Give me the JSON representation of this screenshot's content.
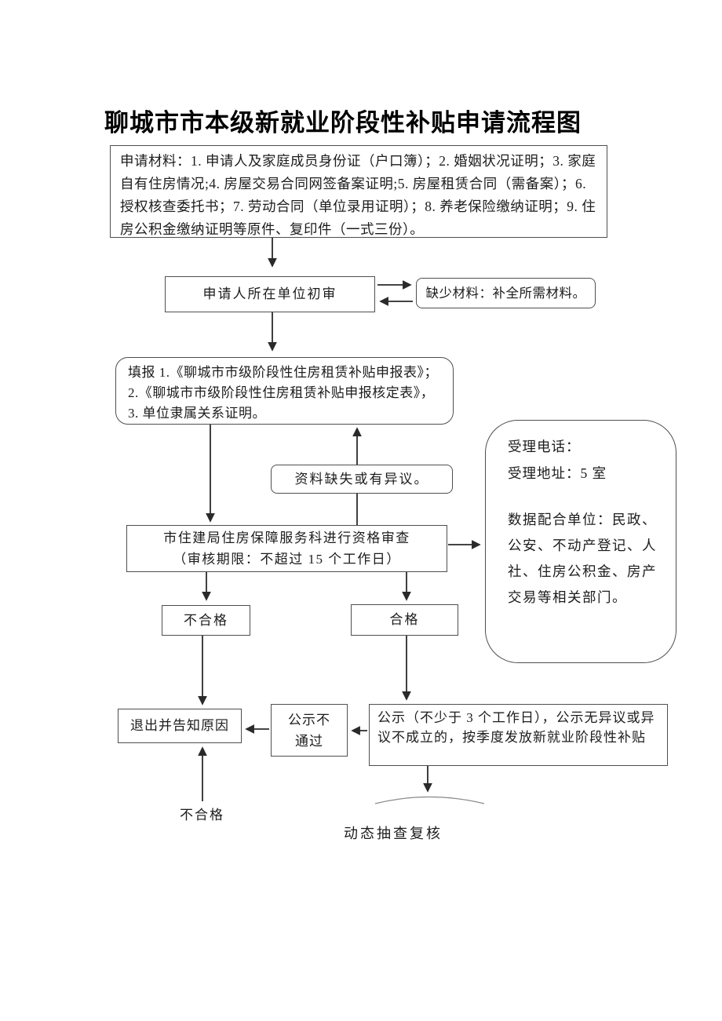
{
  "page": {
    "title": "聊城市市本级新就业阶段性补贴申请流程图"
  },
  "flowchart": {
    "materials_box": "申请材料：1. 申请人及家庭成员身份证（户口簿）；2. 婚姻状况证明；3. 家庭自有住房情况;4. 房屋交易合同网签备案证明;5. 房屋租赁合同（需备案）；6. 授权核查委托书；7. 劳动合同（单位录用证明）；8. 养老保险缴纳证明；9. 住房公积金缴纳证明等原件、复印件（一式三份）。",
    "unit_review_box": "申请人所在单位初审",
    "missing_materials_box": "缺少材料：补全所需材料。",
    "fill_forms_box": "填报 1.《聊城市市级阶段性住房租赁补贴申报表》；\n2.《聊城市市级阶段性住房租赁补贴申报核定表》，\n3. 单位隶属关系证明。",
    "data_missing_box": "资料缺失或有异议。",
    "qualification_review_box": "市住建局住房保障服务科进行资格审查\n（审核期限：不超过 15 个工作日）",
    "contact_box": {
      "phone": "受理电话：",
      "address": "受理地址：5 室",
      "data_units": "数据配合单位：民政、公安、不动产登记、人社、住房公积金、房产交易等相关部门。"
    },
    "fail_box": "不合格",
    "pass_box": "合格",
    "exit_box": "退出并告知原因",
    "publicity_fail_box": "公示不\n通过",
    "publicity_box": "公示（不少于 3 个工作日），公示无异议或异议不成立的，按季度发放新就业阶段性补贴",
    "recheck_label": "动态抽查复核",
    "bottom_fail_label": "不合格"
  },
  "colors": {
    "line": "#2a2a2a",
    "box_border": "#4f4f4f",
    "text": "#1c1c1c",
    "background": "#ffffff"
  }
}
